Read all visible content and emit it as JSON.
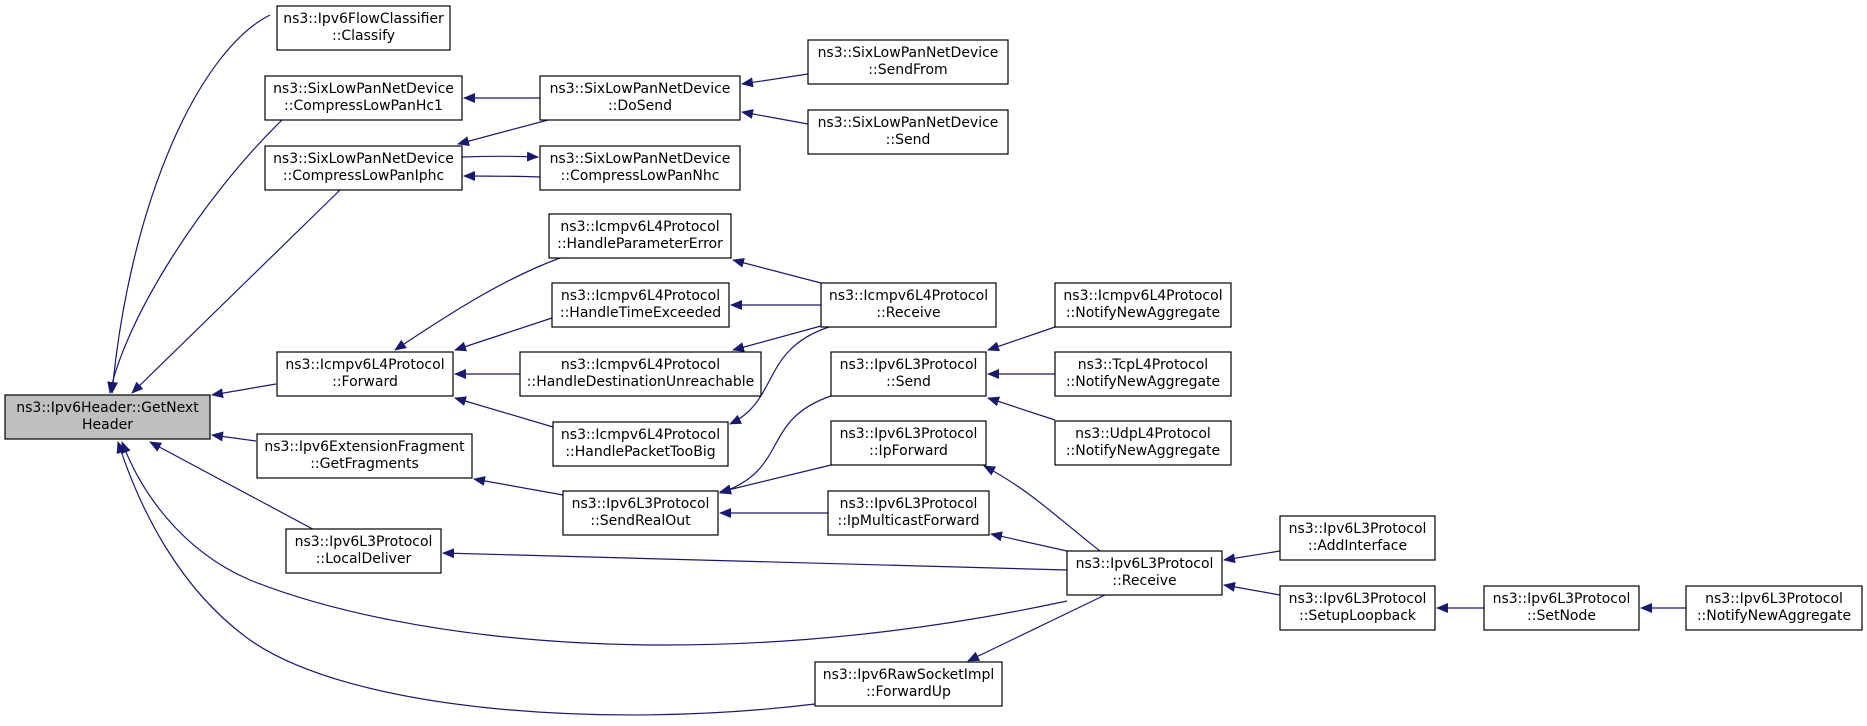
{
  "nodes": [
    {
      "id": "root",
      "lines": [
        "ns3::Ipv6Header::GetNext",
        "Header"
      ],
      "highlight": true
    },
    {
      "id": "flowClassify",
      "lines": [
        "ns3::Ipv6FlowClassifier",
        "::Classify"
      ]
    },
    {
      "id": "hc1",
      "lines": [
        "ns3::SixLowPanNetDevice",
        "::CompressLowPanHc1"
      ]
    },
    {
      "id": "iphc",
      "lines": [
        "ns3::SixLowPanNetDevice",
        "::CompressLowPanIphc"
      ]
    },
    {
      "id": "doSend",
      "lines": [
        "ns3::SixLowPanNetDevice",
        "::DoSend"
      ]
    },
    {
      "id": "nhc",
      "lines": [
        "ns3::SixLowPanNetDevice",
        "::CompressLowPanNhc"
      ]
    },
    {
      "id": "sendFrom",
      "lines": [
        "ns3::SixLowPanNetDevice",
        "::SendFrom"
      ]
    },
    {
      "id": "send6lp",
      "lines": [
        "ns3::SixLowPanNetDevice",
        "::Send"
      ]
    },
    {
      "id": "icmpForward",
      "lines": [
        "ns3::Icmpv6L4Protocol",
        "::Forward"
      ]
    },
    {
      "id": "hParam",
      "lines": [
        "ns3::Icmpv6L4Protocol",
        "::HandleParameterError"
      ]
    },
    {
      "id": "hTime",
      "lines": [
        "ns3::Icmpv6L4Protocol",
        "::HandleTimeExceeded"
      ]
    },
    {
      "id": "hDest",
      "lines": [
        "ns3::Icmpv6L4Protocol",
        "::HandleDestinationUnreachable"
      ]
    },
    {
      "id": "hBig",
      "lines": [
        "ns3::Icmpv6L4Protocol",
        "::HandlePacketTooBig"
      ]
    },
    {
      "id": "icmpReceive",
      "lines": [
        "ns3::Icmpv6L4Protocol",
        "::Receive"
      ]
    },
    {
      "id": "icmpNotify",
      "lines": [
        "ns3::Icmpv6L4Protocol",
        "::NotifyNewAggregate"
      ]
    },
    {
      "id": "tcpNotify",
      "lines": [
        "ns3::TcpL4Protocol",
        "::NotifyNewAggregate"
      ]
    },
    {
      "id": "udpNotify",
      "lines": [
        "ns3::UdpL4Protocol",
        "::NotifyNewAggregate"
      ]
    },
    {
      "id": "l3Send",
      "lines": [
        "ns3::Ipv6L3Protocol",
        "::Send"
      ]
    },
    {
      "id": "getFrag",
      "lines": [
        "ns3::Ipv6ExtensionFragment",
        "::GetFragments"
      ]
    },
    {
      "id": "ipForward",
      "lines": [
        "ns3::Ipv6L3Protocol",
        "::IpForward"
      ]
    },
    {
      "id": "sendRealOut",
      "lines": [
        "ns3::Ipv6L3Protocol",
        "::SendRealOut"
      ]
    },
    {
      "id": "ipMcast",
      "lines": [
        "ns3::Ipv6L3Protocol",
        "::IpMulticastForward"
      ]
    },
    {
      "id": "localDeliver",
      "lines": [
        "ns3::Ipv6L3Protocol",
        "::LocalDeliver"
      ]
    },
    {
      "id": "l3Receive",
      "lines": [
        "ns3::Ipv6L3Protocol",
        "::Receive"
      ]
    },
    {
      "id": "addIface",
      "lines": [
        "ns3::Ipv6L3Protocol",
        "::AddInterface"
      ]
    },
    {
      "id": "setupLoop",
      "lines": [
        "ns3::Ipv6L3Protocol",
        "::SetupLoopback"
      ]
    },
    {
      "id": "setNode",
      "lines": [
        "ns3::Ipv6L3Protocol",
        "::SetNode"
      ]
    },
    {
      "id": "l3Notify",
      "lines": [
        "ns3::Ipv6L3Protocol",
        "::NotifyNewAggregate"
      ]
    },
    {
      "id": "rawForwardUp",
      "lines": [
        "ns3::Ipv6RawSocketImpl",
        "::ForwardUp"
      ]
    }
  ],
  "colors": {
    "edge": "#191970",
    "root_fill": "#bfbfbf",
    "node_fill": "#ffffff",
    "border": "#000000"
  }
}
